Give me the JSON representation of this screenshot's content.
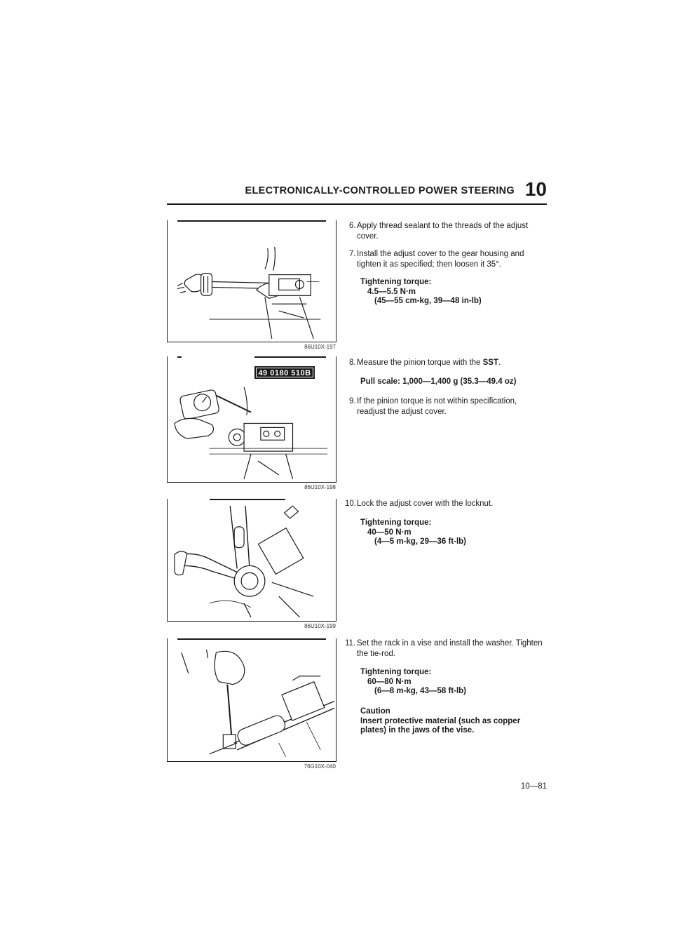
{
  "header": {
    "title": "ELECTRONICALLY-CONTROLLED POWER STEERING",
    "section_number": "10"
  },
  "figures": [
    {
      "code": "86U10X-197"
    },
    {
      "code": "86U10X-198",
      "badge": "49 0180 510B"
    },
    {
      "code": "86U10X-199"
    },
    {
      "code": "76G10X-040"
    }
  ],
  "steps": {
    "s6": {
      "num": "6.",
      "text": "Apply thread sealant to the threads of the adjust cover."
    },
    "s7": {
      "num": "7.",
      "text": "Install the adjust cover to the gear housing and tighten it as specified; then loosen it 35°."
    },
    "spec1": {
      "label": "Tightening torque:",
      "value": "4.5—5.5 N·m",
      "alt": "(45—55 cm-kg, 39—48 in-lb)"
    },
    "s8": {
      "num": "8.",
      "text_pre": "Measure the pinion torque with the ",
      "text_bold": "SST",
      "text_post": "."
    },
    "pull": {
      "text": "Pull scale: 1,000—1,400 g (35.3—49.4 oz)"
    },
    "s9": {
      "num": "9.",
      "text": "If the pinion torque is not within specification, readjust the adjust cover."
    },
    "s10": {
      "num": "10.",
      "text": "Lock the adjust cover with the locknut."
    },
    "spec2": {
      "label": "Tightening torque:",
      "value": "40—50 N·m",
      "alt": "(4—5 m-kg, 29—36 ft-lb)"
    },
    "s11": {
      "num": "11.",
      "text": "Set the rack in a vise and install the washer. Tighten the tie-rod."
    },
    "spec3": {
      "label": "Tightening torque:",
      "value": "60—80 N·m",
      "alt": "(6—8 m-kg, 43—58 ft-lb)"
    },
    "caution": {
      "label": "Caution",
      "text": "Insert protective material (such as copper plates) in the jaws of the vise."
    }
  },
  "footer": {
    "page": "10—81"
  }
}
